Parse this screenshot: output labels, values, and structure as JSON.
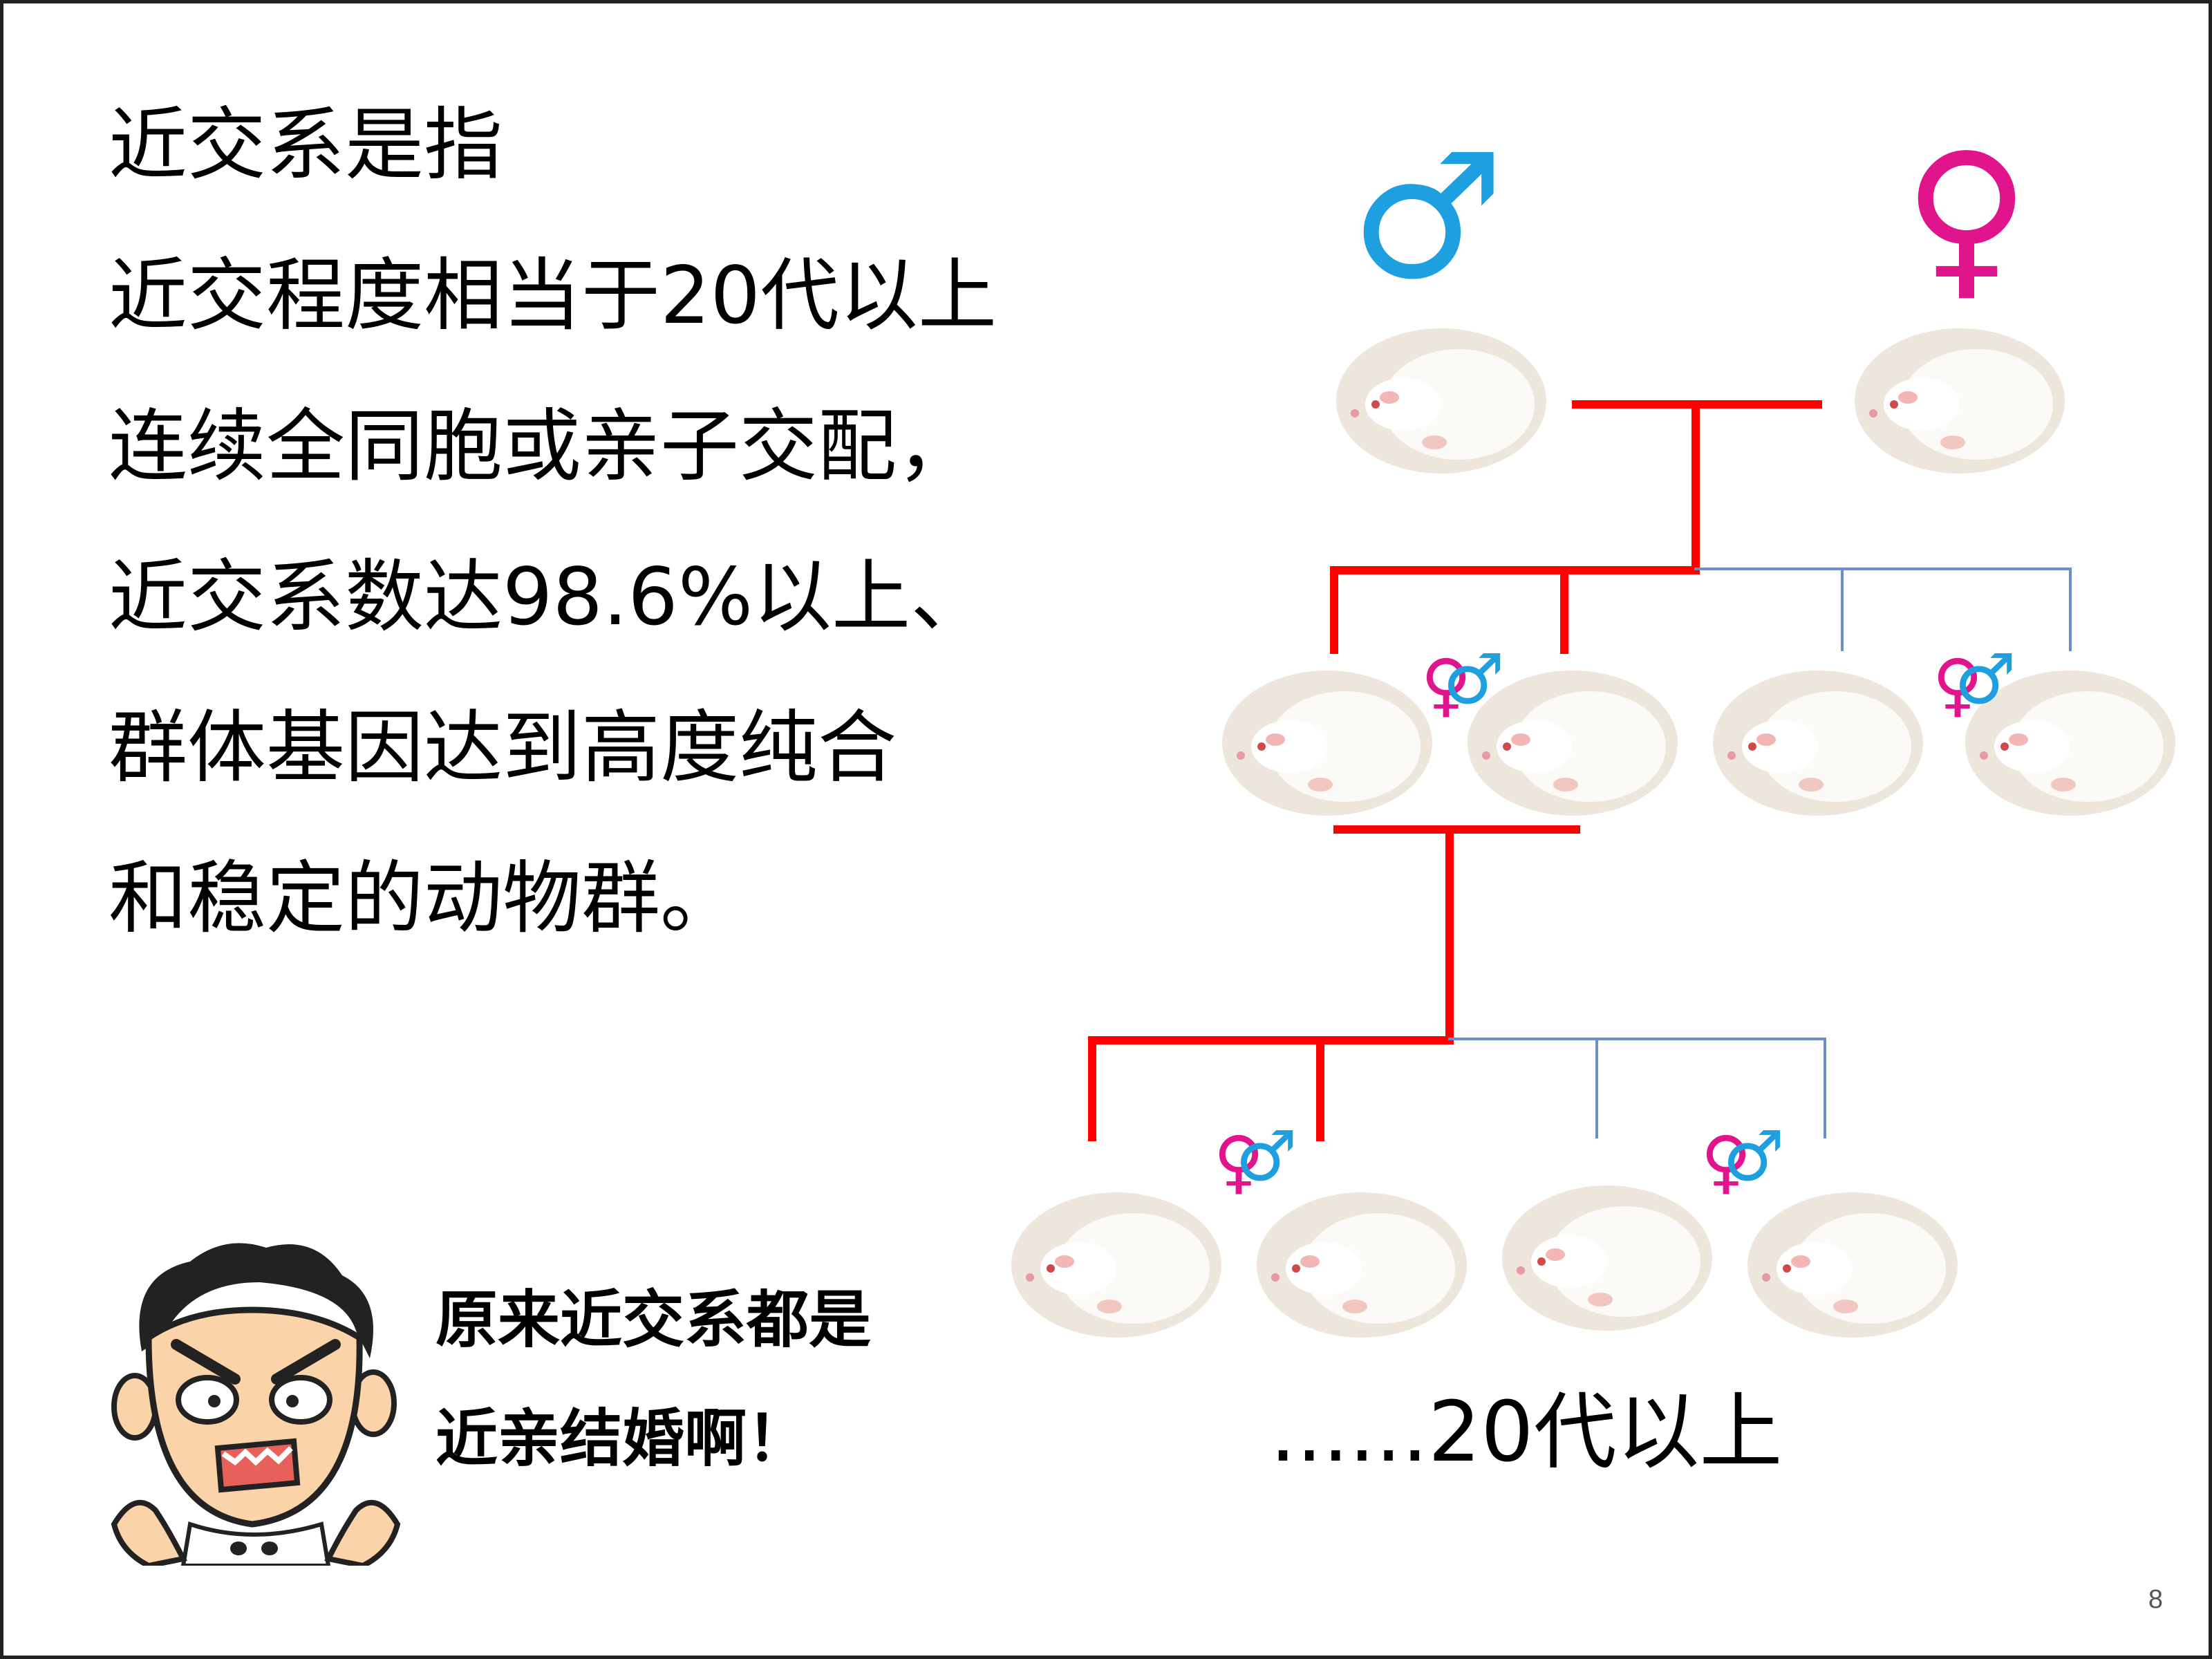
{
  "definition": {
    "lines": [
      "近交系是指",
      "近交程度相当于20代以上",
      "连续全同胞或亲子交配，",
      "近交系数达98.6%以上、",
      "群体基因达到高度纯合",
      "和稳定的动物群。"
    ]
  },
  "speech": {
    "lines": [
      "原来近交系都是",
      "近亲结婚啊！"
    ]
  },
  "diagram": {
    "caption": "......20代以上",
    "symbols": {
      "male": "♂",
      "female": "♀"
    },
    "colors": {
      "male": "#1ea0e0",
      "female": "#e0148c",
      "mating_line": "#ff0000",
      "sibling_line": "#6b8fc8",
      "mouse_fill": "#f1ede6"
    }
  },
  "page_number": "8"
}
